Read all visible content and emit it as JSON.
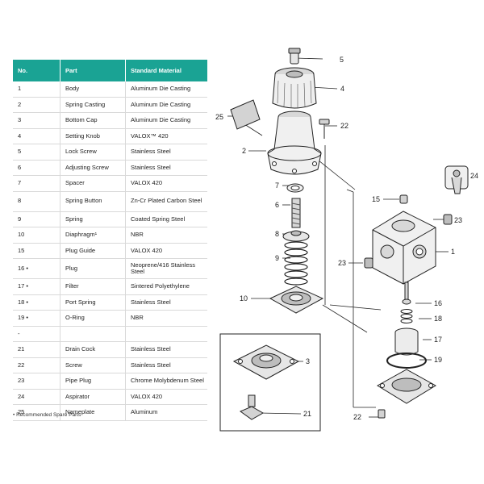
{
  "table": {
    "headers": [
      "No.",
      "Part",
      "Standard Material"
    ],
    "rows": [
      {
        "no": "1",
        "part": "Body",
        "material": "Aluminum Die Casting"
      },
      {
        "no": "2",
        "part": "Spring Casting",
        "material": "Aluminum Die Casting"
      },
      {
        "no": "3",
        "part": "Bottom Cap",
        "material": "Aluminum Die Casting"
      },
      {
        "no": "4",
        "part": "Setting Knob",
        "material": "VALOX™ 420"
      },
      {
        "no": "5",
        "part": "Lock Screw",
        "material": "Stainless Steel"
      },
      {
        "no": "6",
        "part": "Adjusting Screw",
        "material": "Stainless Steel"
      },
      {
        "no": "7",
        "part": "Spacer",
        "material": "VALOX 420"
      },
      {
        "no": "8",
        "part": "Spring Button",
        "material": "Zn-Cr Plated Carbon Steel"
      },
      {
        "no": "9",
        "part": "Spring",
        "material": "Coated Spring Steel"
      },
      {
        "no": "10",
        "part": "Diaphragm¹",
        "material": "NBR"
      },
      {
        "no": "15",
        "part": "Plug Guide",
        "material": "VALOX 420"
      },
      {
        "no": "16 •",
        "part": "Plug",
        "material": "Neoprene/416 Stainless Steel"
      },
      {
        "no": "17 •",
        "part": "Filter",
        "material": "Sintered Polyethylene"
      },
      {
        "no": "18 •",
        "part": "Port Spring",
        "material": "Stainless Steel"
      },
      {
        "no": "19 •",
        "part": "O-Ring",
        "material": "NBR"
      },
      {
        "no": "-",
        "part": "",
        "material": ""
      },
      {
        "no": "21",
        "part": "Drain Cock",
        "material": "Stainless Steel"
      },
      {
        "no": "22",
        "part": "Screw",
        "material": "Stainless Steel"
      },
      {
        "no": "23",
        "part": "Pipe Plug",
        "material": "Chrome Molybdenum Steel"
      },
      {
        "no": "24",
        "part": "Aspirator",
        "material": "VALOX 420"
      },
      {
        "no": "25",
        "part": "Nameplate",
        "material": "Aluminum"
      }
    ]
  },
  "footnote": "• Recommended Spare Parts",
  "diagram": {
    "callouts": [
      "5",
      "4",
      "25",
      "22",
      "2",
      "24",
      "7",
      "6",
      "15",
      "23",
      "1",
      "8",
      "9",
      "23",
      "10",
      "16",
      "18",
      "17",
      "3",
      "19",
      "21",
      "22"
    ]
  }
}
